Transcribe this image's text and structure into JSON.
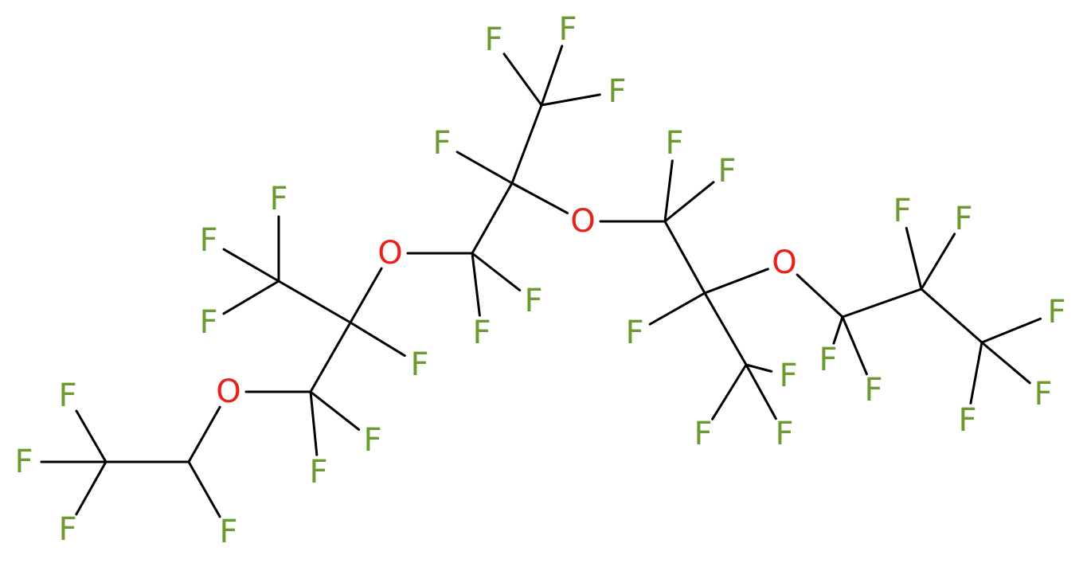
{
  "colors": {
    "bond": "#000000",
    "fluorine": "#6a9a30",
    "oxygen": "#e8221a",
    "background": "#ffffff"
  },
  "atoms": [
    {
      "id": "F1",
      "label": "F"
    },
    {
      "id": "F2",
      "label": "F"
    },
    {
      "id": "F3",
      "label": "F"
    },
    {
      "id": "F4",
      "label": "F"
    },
    {
      "id": "F5",
      "label": "F"
    },
    {
      "id": "F6",
      "label": "F"
    },
    {
      "id": "F7",
      "label": "F"
    },
    {
      "id": "F8",
      "label": "F"
    },
    {
      "id": "F9",
      "label": "F"
    },
    {
      "id": "F10",
      "label": "F"
    },
    {
      "id": "F11",
      "label": "F"
    },
    {
      "id": "F12",
      "label": "F"
    },
    {
      "id": "F13",
      "label": "F"
    },
    {
      "id": "F14",
      "label": "F"
    },
    {
      "id": "F15",
      "label": "F"
    },
    {
      "id": "F16",
      "label": "F"
    },
    {
      "id": "F17",
      "label": "F"
    },
    {
      "id": "F18",
      "label": "F"
    },
    {
      "id": "F19",
      "label": "F"
    },
    {
      "id": "F20",
      "label": "F"
    },
    {
      "id": "F21",
      "label": "F"
    },
    {
      "id": "F22",
      "label": "F"
    },
    {
      "id": "F23",
      "label": "F"
    },
    {
      "id": "F24",
      "label": "F"
    },
    {
      "id": "F25",
      "label": "F"
    },
    {
      "id": "O1",
      "label": "O"
    },
    {
      "id": "O2",
      "label": "O"
    },
    {
      "id": "O3",
      "label": "O"
    },
    {
      "id": "O4",
      "label": "O"
    }
  ],
  "bonds": [
    [
      "C1",
      "F1"
    ],
    [
      "C1",
      "F2"
    ],
    [
      "C1",
      "F3"
    ],
    [
      "C1",
      "C2"
    ],
    [
      "C2",
      "F4"
    ],
    [
      "C2",
      "O1"
    ],
    [
      "O1",
      "C3"
    ],
    [
      "C3",
      "F5"
    ],
    [
      "C3",
      "F6"
    ],
    [
      "C3",
      "C4"
    ],
    [
      "C4",
      "F7"
    ],
    [
      "C4",
      "C5"
    ],
    [
      "C5",
      "F8"
    ],
    [
      "C5",
      "F9"
    ],
    [
      "C5",
      "F10"
    ],
    [
      "C4",
      "O2"
    ],
    [
      "O2",
      "C6"
    ],
    [
      "C6",
      "F11"
    ],
    [
      "C6",
      "F12"
    ],
    [
      "C6",
      "C7"
    ],
    [
      "C7",
      "F13"
    ],
    [
      "C7",
      "C8"
    ],
    [
      "C8",
      "F14"
    ],
    [
      "C8",
      "F15"
    ],
    [
      "C8",
      "F16"
    ],
    [
      "C7",
      "O3"
    ],
    [
      "O3",
      "C9"
    ],
    [
      "C9",
      "F17"
    ],
    [
      "C9",
      "F18"
    ],
    [
      "C9",
      "C10"
    ],
    [
      "C10",
      "F19"
    ],
    [
      "C10",
      "C11"
    ],
    [
      "C11",
      "F20"
    ],
    [
      "C11",
      "F21"
    ],
    [
      "C11",
      "F22"
    ],
    [
      "C10",
      "O4"
    ],
    [
      "O4",
      "C12"
    ],
    [
      "C12",
      "F23"
    ],
    [
      "C12",
      "F24"
    ],
    [
      "C12",
      "C13"
    ],
    [
      "C13",
      "F25"
    ],
    [
      "C13",
      "F26"
    ],
    [
      "C13",
      "C14"
    ],
    [
      "C14",
      "F27"
    ],
    [
      "C14",
      "F28"
    ],
    [
      "C14",
      "F29"
    ]
  ]
}
